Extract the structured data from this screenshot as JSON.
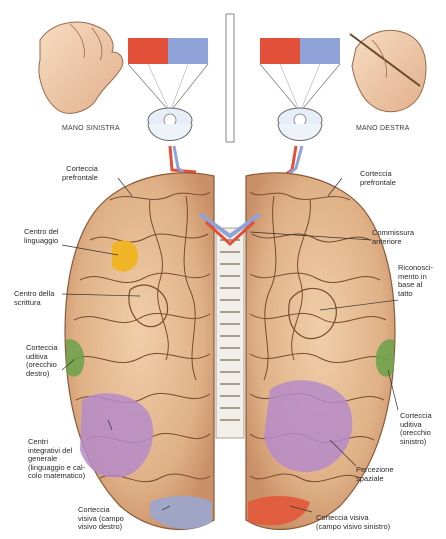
{
  "hands": {
    "left_caption": "MANO SINISTRA",
    "right_caption": "MANO DESTRA"
  },
  "labels": {
    "left_prefrontal": [
      "Corteccia",
      "prefrontale"
    ],
    "right_prefrontal": [
      "Corteccia",
      "prefrontale"
    ],
    "language_center": [
      "Centro del",
      "linguaggio"
    ],
    "anterior_commissure": [
      "Commissura",
      "anteriore"
    ],
    "writing_center": [
      "Centro della",
      "scrittura"
    ],
    "touch_recognition": [
      "Riconosci-",
      "mento in",
      "base al",
      "tatto"
    ],
    "left_auditory": [
      "Corteccia",
      "uditiva",
      "(orecchio",
      "destro)"
    ],
    "right_auditory": [
      "Corteccia",
      "uditiva",
      "(orecchio",
      "sinistro)"
    ],
    "integrative_centers": [
      "Centri",
      "integrativi del",
      "generale",
      "(linguaggio e cal-",
      "colo matematico)"
    ],
    "spatial_perception": [
      "Percezione",
      "spaziale"
    ],
    "left_visual": [
      "Corteccia",
      "visiva (campo",
      "visivo destro)"
    ],
    "right_visual": [
      "Corteccia visiva",
      "(campo visivo sinistro)"
    ]
  },
  "colors": {
    "brain": "#e2b48a",
    "gyrus_line": "#7a4a2e",
    "visual_left": "#9aa6cf",
    "visual_right": "#e2583a",
    "integrative": "#b58bc9",
    "auditory": "#6aa24a",
    "language": "#f2b51c",
    "square_red": "#e2503a",
    "square_blue": "#8fa3d8"
  }
}
